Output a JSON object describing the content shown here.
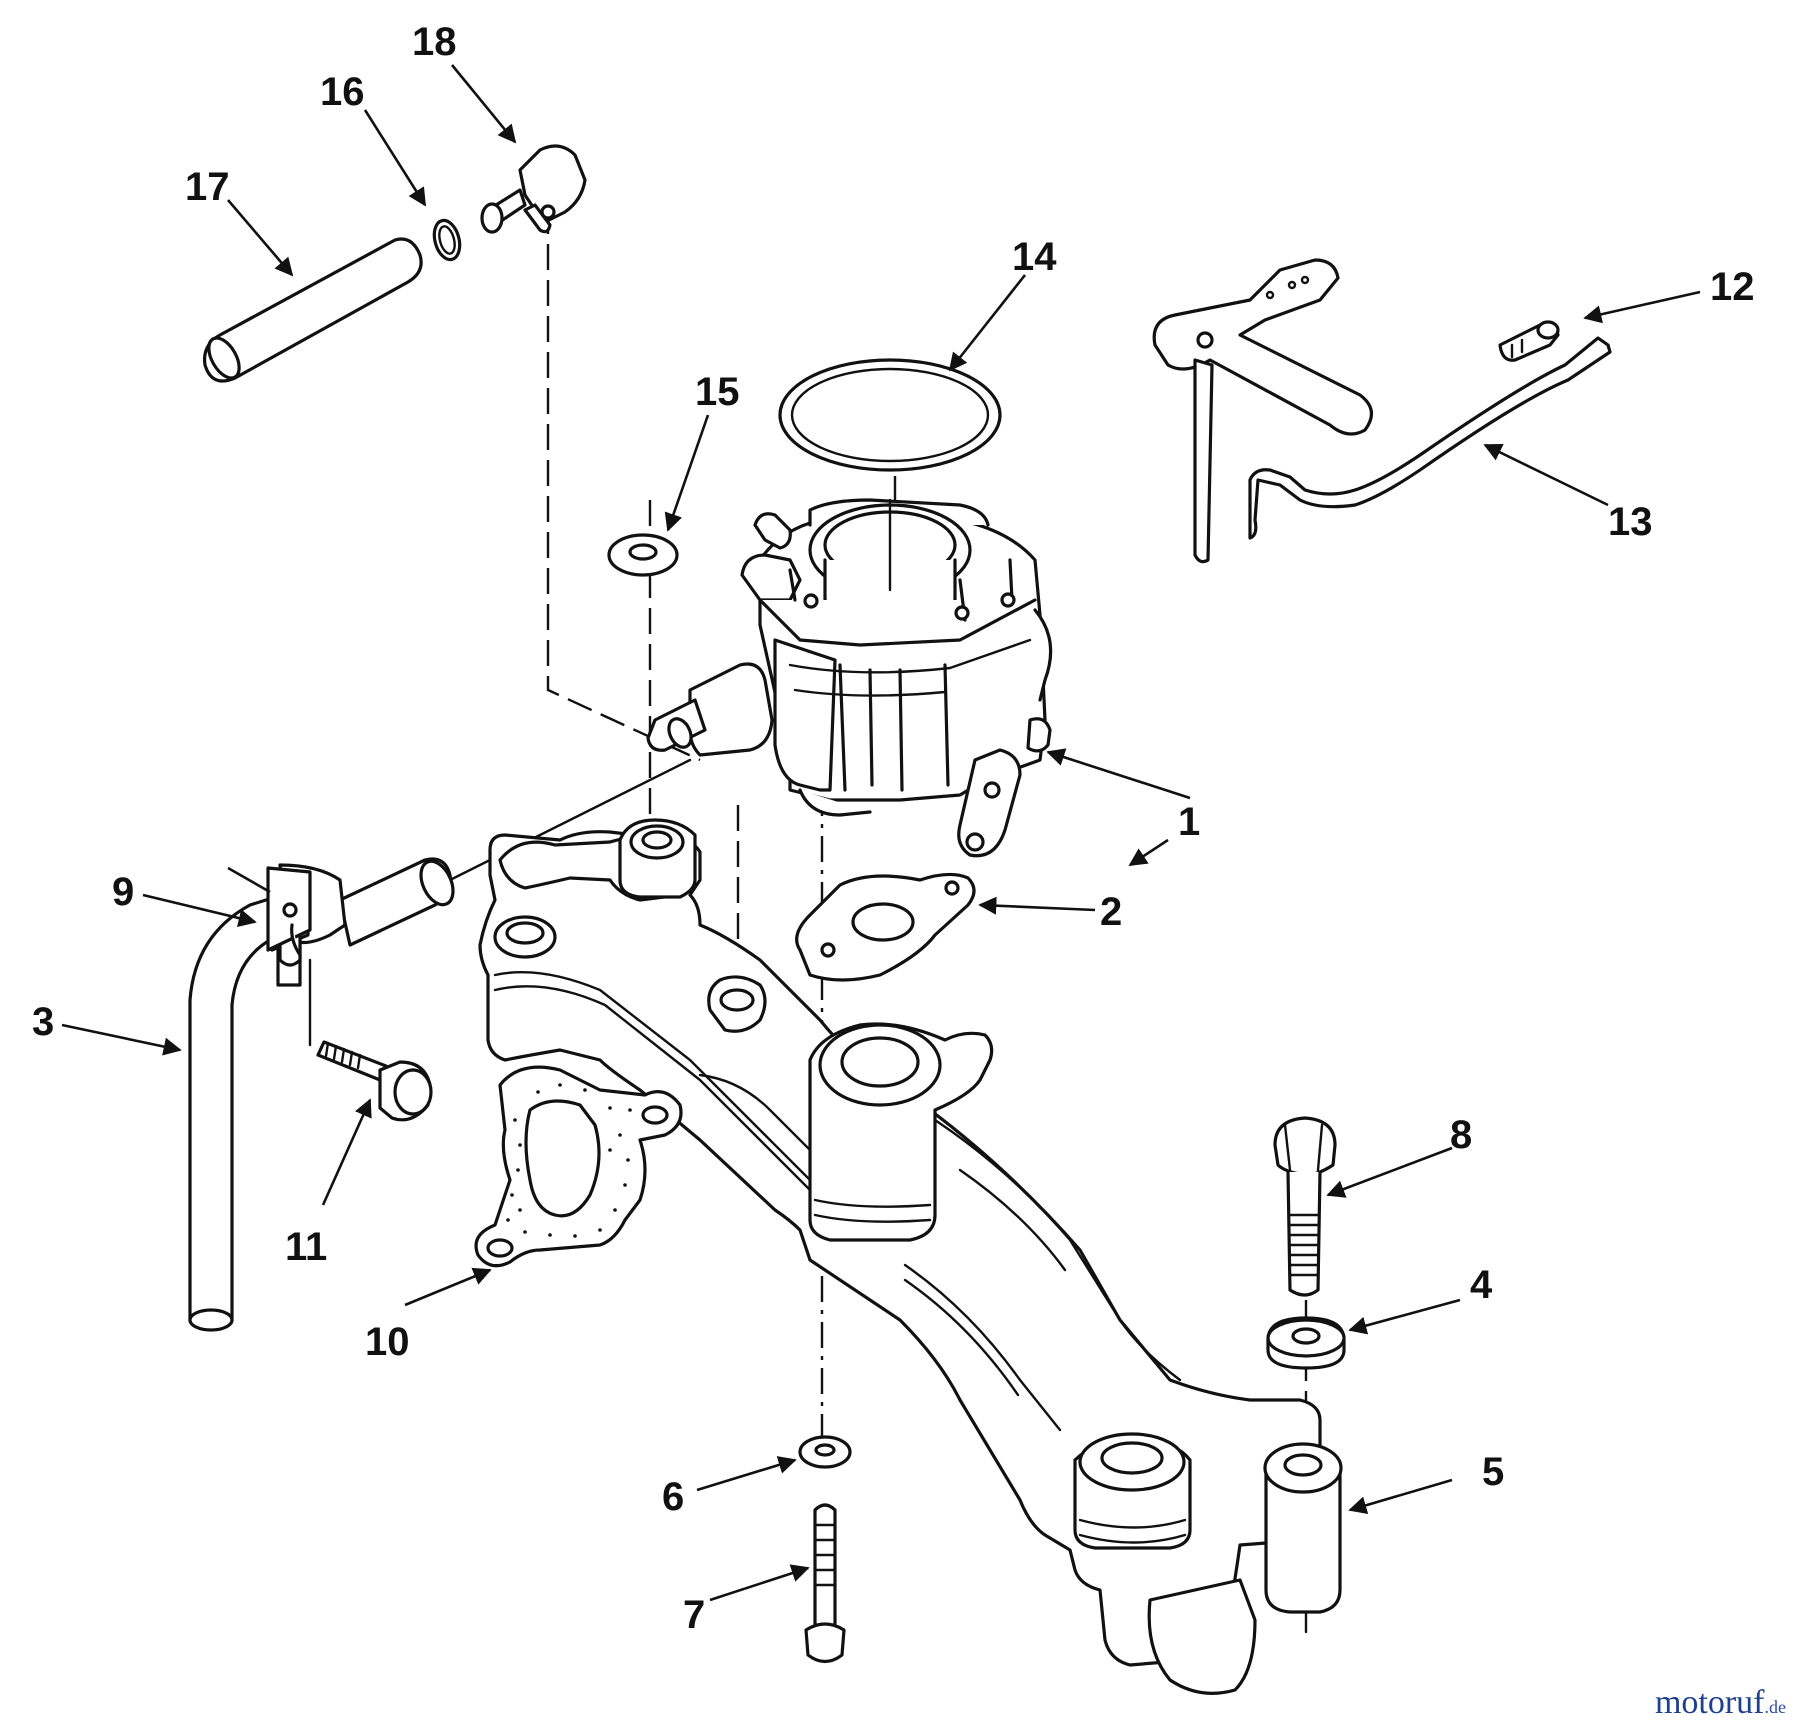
{
  "diagram": {
    "callouts": [
      {
        "id": "c1",
        "label": "1"
      },
      {
        "id": "c2",
        "label": "2"
      },
      {
        "id": "c3",
        "label": "3"
      },
      {
        "id": "c4",
        "label": "4"
      },
      {
        "id": "c5",
        "label": "5"
      },
      {
        "id": "c6",
        "label": "6"
      },
      {
        "id": "c7",
        "label": "7"
      },
      {
        "id": "c8",
        "label": "8"
      },
      {
        "id": "c9",
        "label": "9"
      },
      {
        "id": "c10",
        "label": "10"
      },
      {
        "id": "c11",
        "label": "11"
      },
      {
        "id": "c12",
        "label": "12"
      },
      {
        "id": "c13",
        "label": "13"
      },
      {
        "id": "c14",
        "label": "14"
      },
      {
        "id": "c15",
        "label": "15"
      },
      {
        "id": "c16",
        "label": "16"
      },
      {
        "id": "c17",
        "label": "17"
      },
      {
        "id": "c18",
        "label": "18"
      }
    ]
  },
  "watermark": {
    "name": "motoruf",
    "tld": ".de"
  }
}
